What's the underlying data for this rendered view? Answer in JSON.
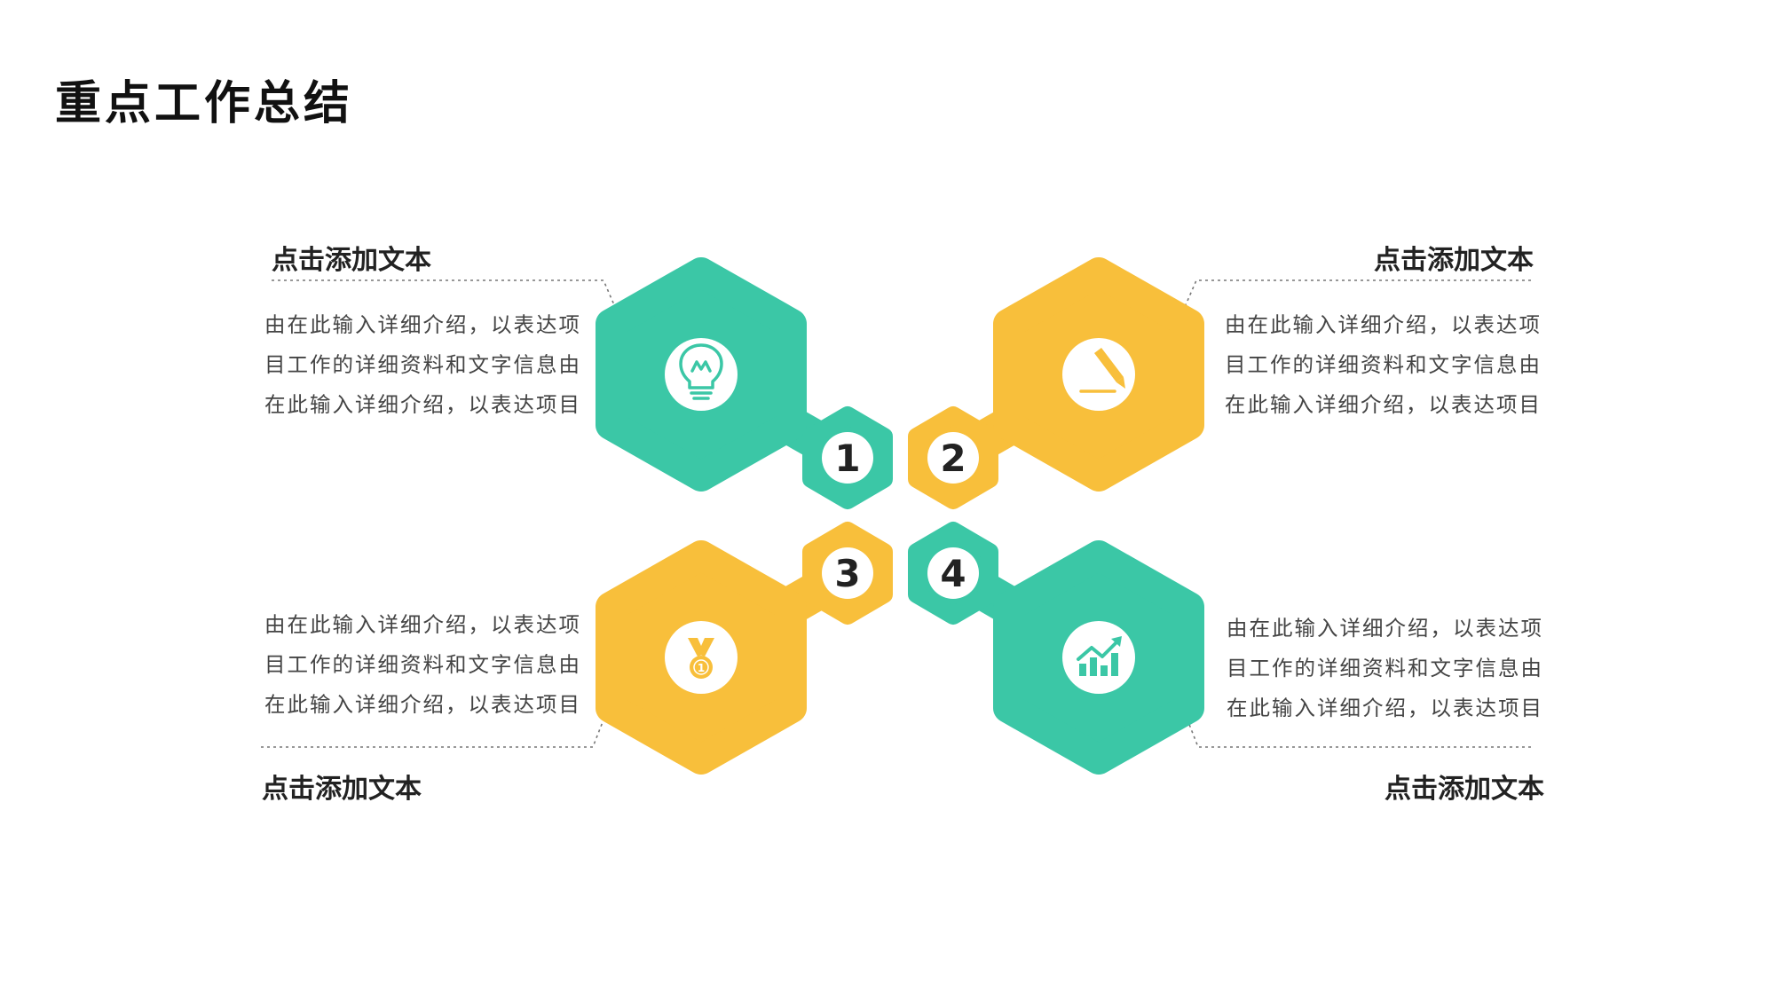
{
  "page": {
    "title": "重点工作总结"
  },
  "colors": {
    "green": "#3bc7a6",
    "yellow": "#f8bf3b",
    "text": "#444444"
  },
  "items": [
    {
      "number": "1",
      "icon": "lightbulb-icon",
      "heading": "点击添加文本",
      "lines": [
        "由在此输入详细介绍，以表达项",
        "目工作的详细资料和文字信息由",
        "在此输入详细介绍，以表达项目"
      ]
    },
    {
      "number": "2",
      "icon": "pencil-icon",
      "heading": "点击添加文本",
      "lines": [
        "由在此输入详细介绍，以表达项",
        "目工作的详细资料和文字信息由",
        "在此输入详细介绍，以表达项目"
      ]
    },
    {
      "number": "3",
      "icon": "medal-icon",
      "heading": "点击添加文本",
      "lines": [
        "由在此输入详细介绍，以表达项",
        "目工作的详细资料和文字信息由",
        "在此输入详细介绍，以表达项目"
      ]
    },
    {
      "number": "4",
      "icon": "growth-chart-icon",
      "heading": "点击添加文本",
      "lines": [
        "由在此输入详细介绍，以表达项",
        "目工作的详细资料和文字信息由",
        "在此输入详细介绍，以表达项目"
      ]
    }
  ]
}
